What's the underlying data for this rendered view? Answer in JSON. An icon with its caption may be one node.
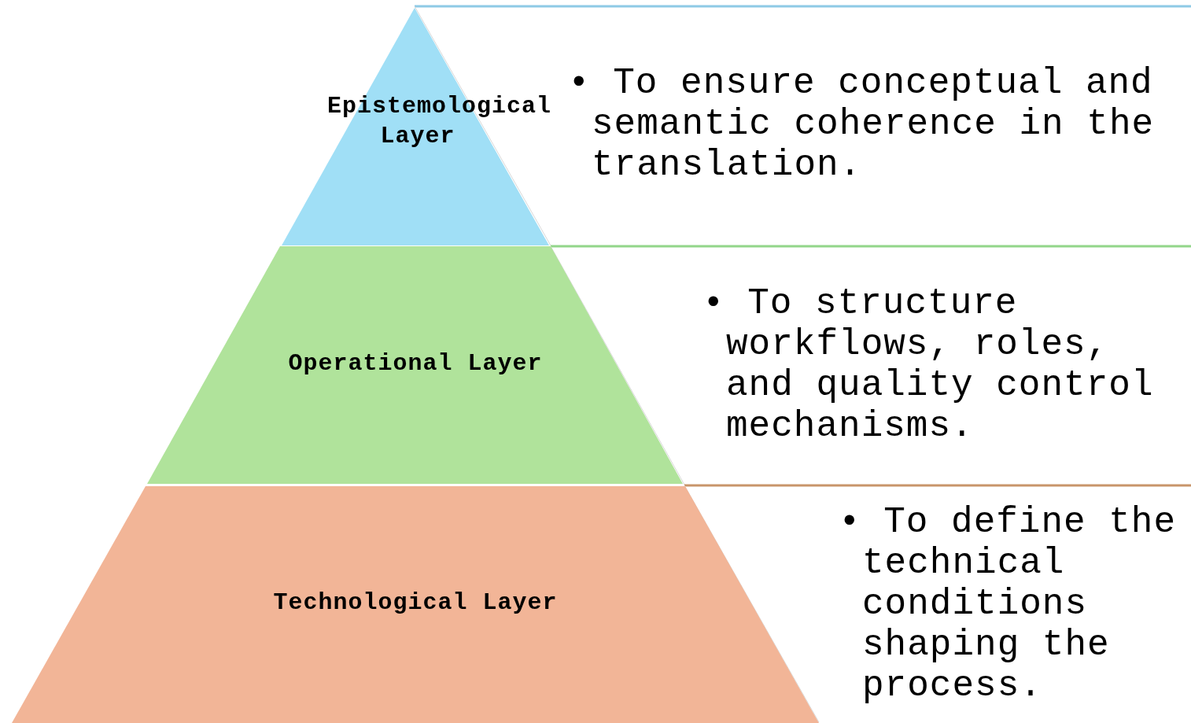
{
  "diagram": {
    "nodes": [
      {
        "text": [
          "Epistemological Layer"
        ],
        "beside": [
          "• To ensure conceptual and semantic coherence in the translation."
        ]
      },
      {
        "text": [
          "Operational Layer"
        ],
        "beside": [
          "• To structure workflows, roles, and quality control mechanisms."
        ]
      },
      {
        "text": [
          "Technological Layer"
        ],
        "beside": [
          "• To define the technical conditions shaping the process."
        ]
      }
    ]
  }
}
